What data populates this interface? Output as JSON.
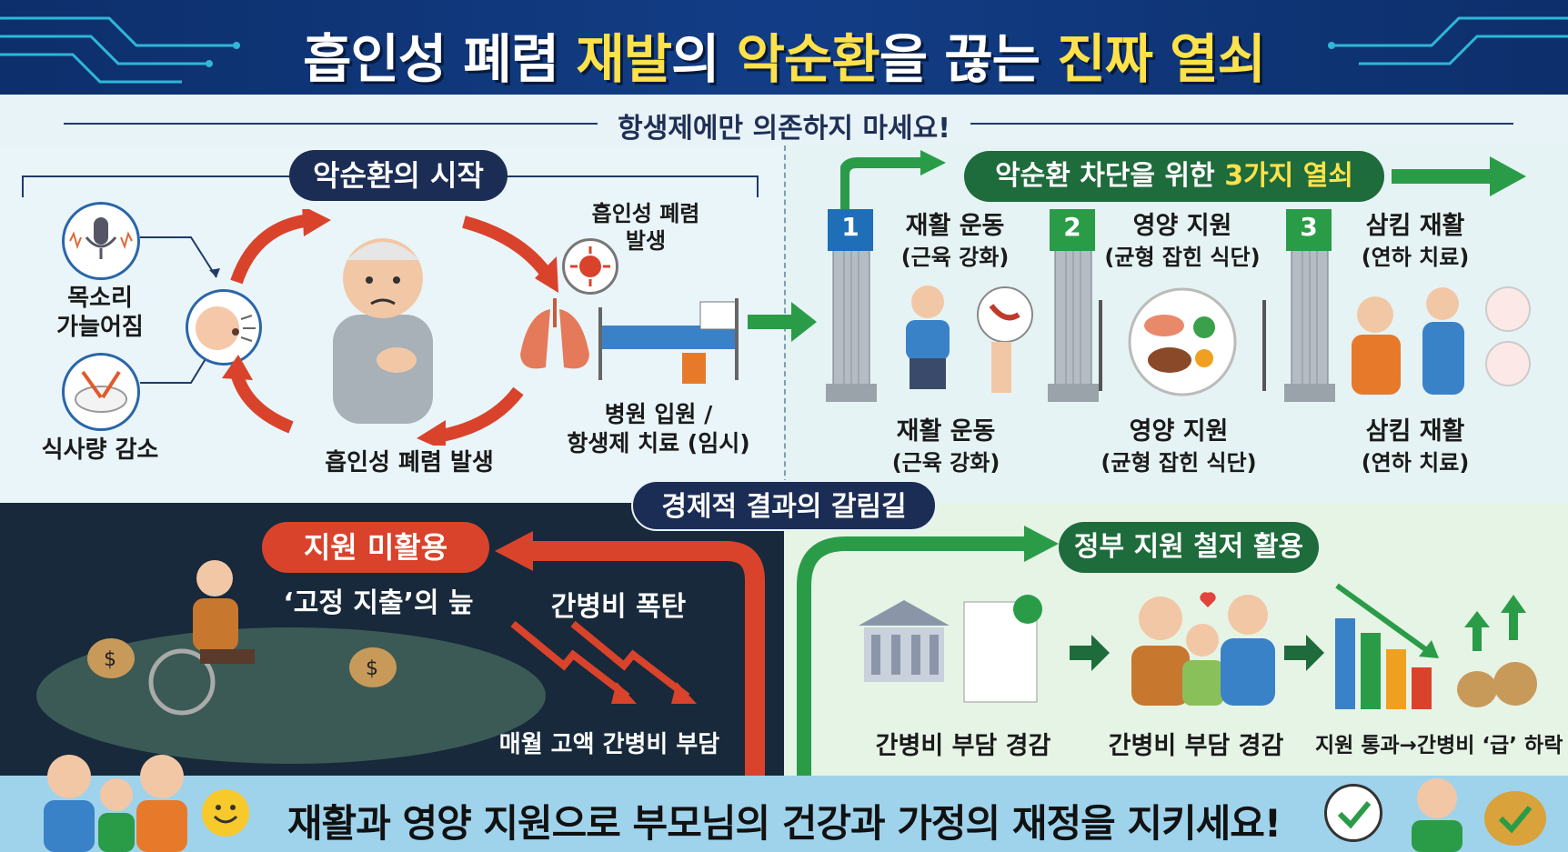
{
  "header": {
    "title_part1": "흡인성 폐렴 ",
    "title_part2": "재발",
    "title_part3": "의 ",
    "title_part4": "악순환",
    "title_part5": "을 끊는 ",
    "title_part6": "진짜 열쇠"
  },
  "subtitle": "항생제에만 의존하지 마세요!",
  "cycle": {
    "heading": "악순환의 시작",
    "voice": "목소리\n가늘어짐",
    "voice_l1": "목소리",
    "voice_l2": "가늘어짐",
    "intake": "식사량 감소",
    "pneumonia_top_l1": "흡인성 폐렴",
    "pneumonia_top_l2": "발생",
    "pneumonia_bottom": "흡인성 폐렴 발생",
    "hospital_l1": "병원 입원 /",
    "hospital_l2": "항생제 치료 (임시)"
  },
  "keys": {
    "heading_part1": "악순환 차단을 위한 ",
    "heading_part2": "3가지 열쇠",
    "pillars": [
      {
        "num": "1",
        "title": "재활 운동",
        "sub": "(근육 강화)",
        "bottom_title": "재활 운동",
        "bottom_sub": "(근육 강화)"
      },
      {
        "num": "2",
        "title": "영양 지원",
        "sub": "(균형 잡힌 식단)",
        "bottom_title": "영양 지원",
        "bottom_sub": "(균형 잡힌 식단)"
      },
      {
        "num": "3",
        "title": "삼킴 재활",
        "sub": "(연하 치료)",
        "bottom_title": "삼킴 재활",
        "bottom_sub": "(연하 치료)"
      }
    ]
  },
  "economy": {
    "heading": "경제적 결과의 갈림길",
    "left": {
      "heading": "지원 미활용",
      "swamp": "‘고정 지출’의 늪",
      "bomb": "간병비 폭탄",
      "burden": "매월 고액 간병비 부담"
    },
    "right": {
      "heading": "정부 지원 철저 활용",
      "label1": "간병비 부담 경감",
      "label2": "간병비 부담 경감",
      "label3": "지원 통과→간병비 ‘급’ 하락"
    }
  },
  "footer": {
    "text": "재활과 영양 지원으로 부모님의 건강과 가정의 재정을 지키세요!"
  },
  "colors": {
    "navy": "#1b2d55",
    "green": "#1e6b3b",
    "red": "#d9432b",
    "yellow": "#ffe24a",
    "header_blue": "#123d86"
  }
}
